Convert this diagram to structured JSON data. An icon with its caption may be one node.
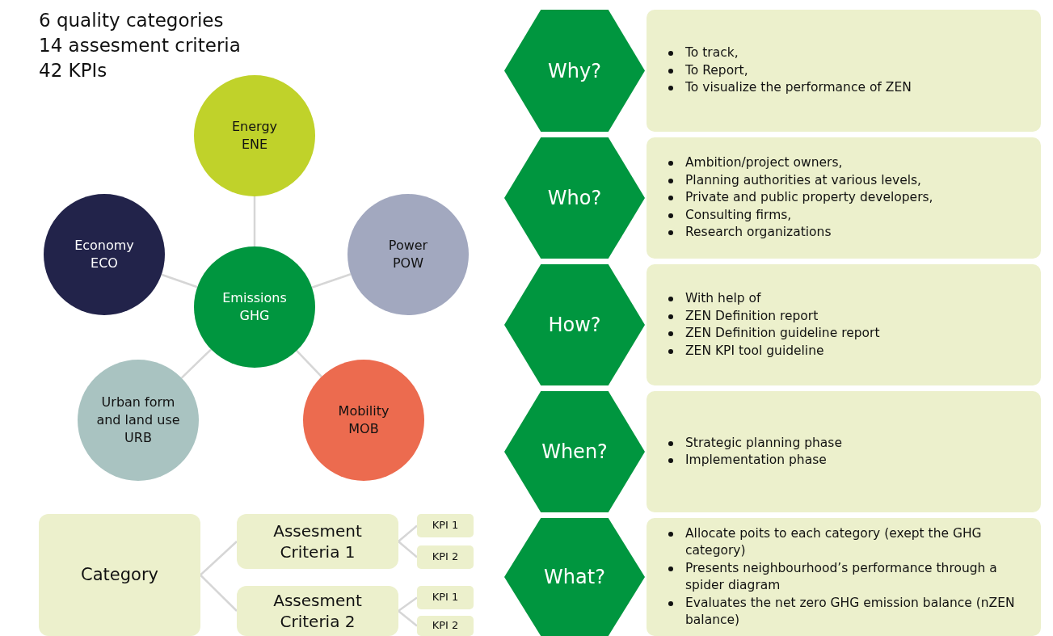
{
  "diagram": {
    "nodes": [
      {
        "text": [
          "Energy ENE"
        ]
      },
      {
        "text": [
          "Economy ECO"
        ]
      },
      {
        "text": [
          "Power POW"
        ]
      },
      {
        "text": [
          "Emissions GHG"
        ]
      },
      {
        "text": [
          "Urban form and land use URB"
        ]
      },
      {
        "text": [
          "Mobility MOB"
        ]
      },
      {
        "text": [
          "Category"
        ]
      },
      {
        "text": [
          "Assesment Criteria 1"
        ]
      },
      {
        "text": [
          "KPI 1"
        ]
      },
      {
        "text": [
          "KPI 2"
        ]
      },
      {
        "text": [
          "Assesment Criteria 2"
        ]
      },
      {
        "text": [
          "KPI 1"
        ]
      },
      {
        "text": [
          "KPI 2"
        ]
      },
      {
        "text": [
          "Why?"
        ]
      },
      {
        "text": [
          "To track,",
          "To Report,",
          "To visualize the performance of ZEN"
        ]
      },
      {
        "text": [
          "Who?"
        ]
      },
      {
        "text": [
          "Ambition/project owners,",
          "Planning authorities at various levels,",
          "Private and public property developers,",
          "Consulting firms,",
          "Research organizations"
        ]
      },
      {
        "text": [
          "How?"
        ]
      },
      {
        "text": [
          "With help of",
          "ZEN Definition report",
          "ZEN Definition guideline report",
          "ZEN KPI tool guideline"
        ]
      },
      {
        "text": [
          "When?"
        ]
      },
      {
        "text": [
          "Strategic planning phase",
          "Implementation phase"
        ]
      },
      {
        "text": [
          "What?"
        ]
      },
      {
        "text": [
          "Allocate poits to each category (exept the GHG category)",
          "Presents neighbourhood’s performance through a spider diagram",
          "Evaluates the net zero GHG emission balance (nZEN balance)"
        ]
      }
    ],
    "edges": [
      {
        "from": 3,
        "to": 0,
        "arrow": "none"
      },
      {
        "from": 3,
        "to": 1,
        "arrow": "none"
      },
      {
        "from": 3,
        "to": 2,
        "arrow": "none"
      },
      {
        "from": 3,
        "to": 4,
        "arrow": "none"
      },
      {
        "from": 3,
        "to": 5,
        "arrow": "none"
      },
      {
        "from": 6,
        "to": 7,
        "arrow": "none"
      },
      {
        "from": 6,
        "to": 10,
        "arrow": "none"
      },
      {
        "from": 7,
        "to": 8,
        "arrow": "none"
      },
      {
        "from": 7,
        "to": 9,
        "arrow": "none"
      },
      {
        "from": 10,
        "to": 11,
        "arrow": "none"
      },
      {
        "from": 10,
        "to": 12,
        "arrow": "none"
      }
    ],
    "labels": [
      "6 quality categories",
      "14 assesment criteria",
      "42 KPIs"
    ]
  }
}
